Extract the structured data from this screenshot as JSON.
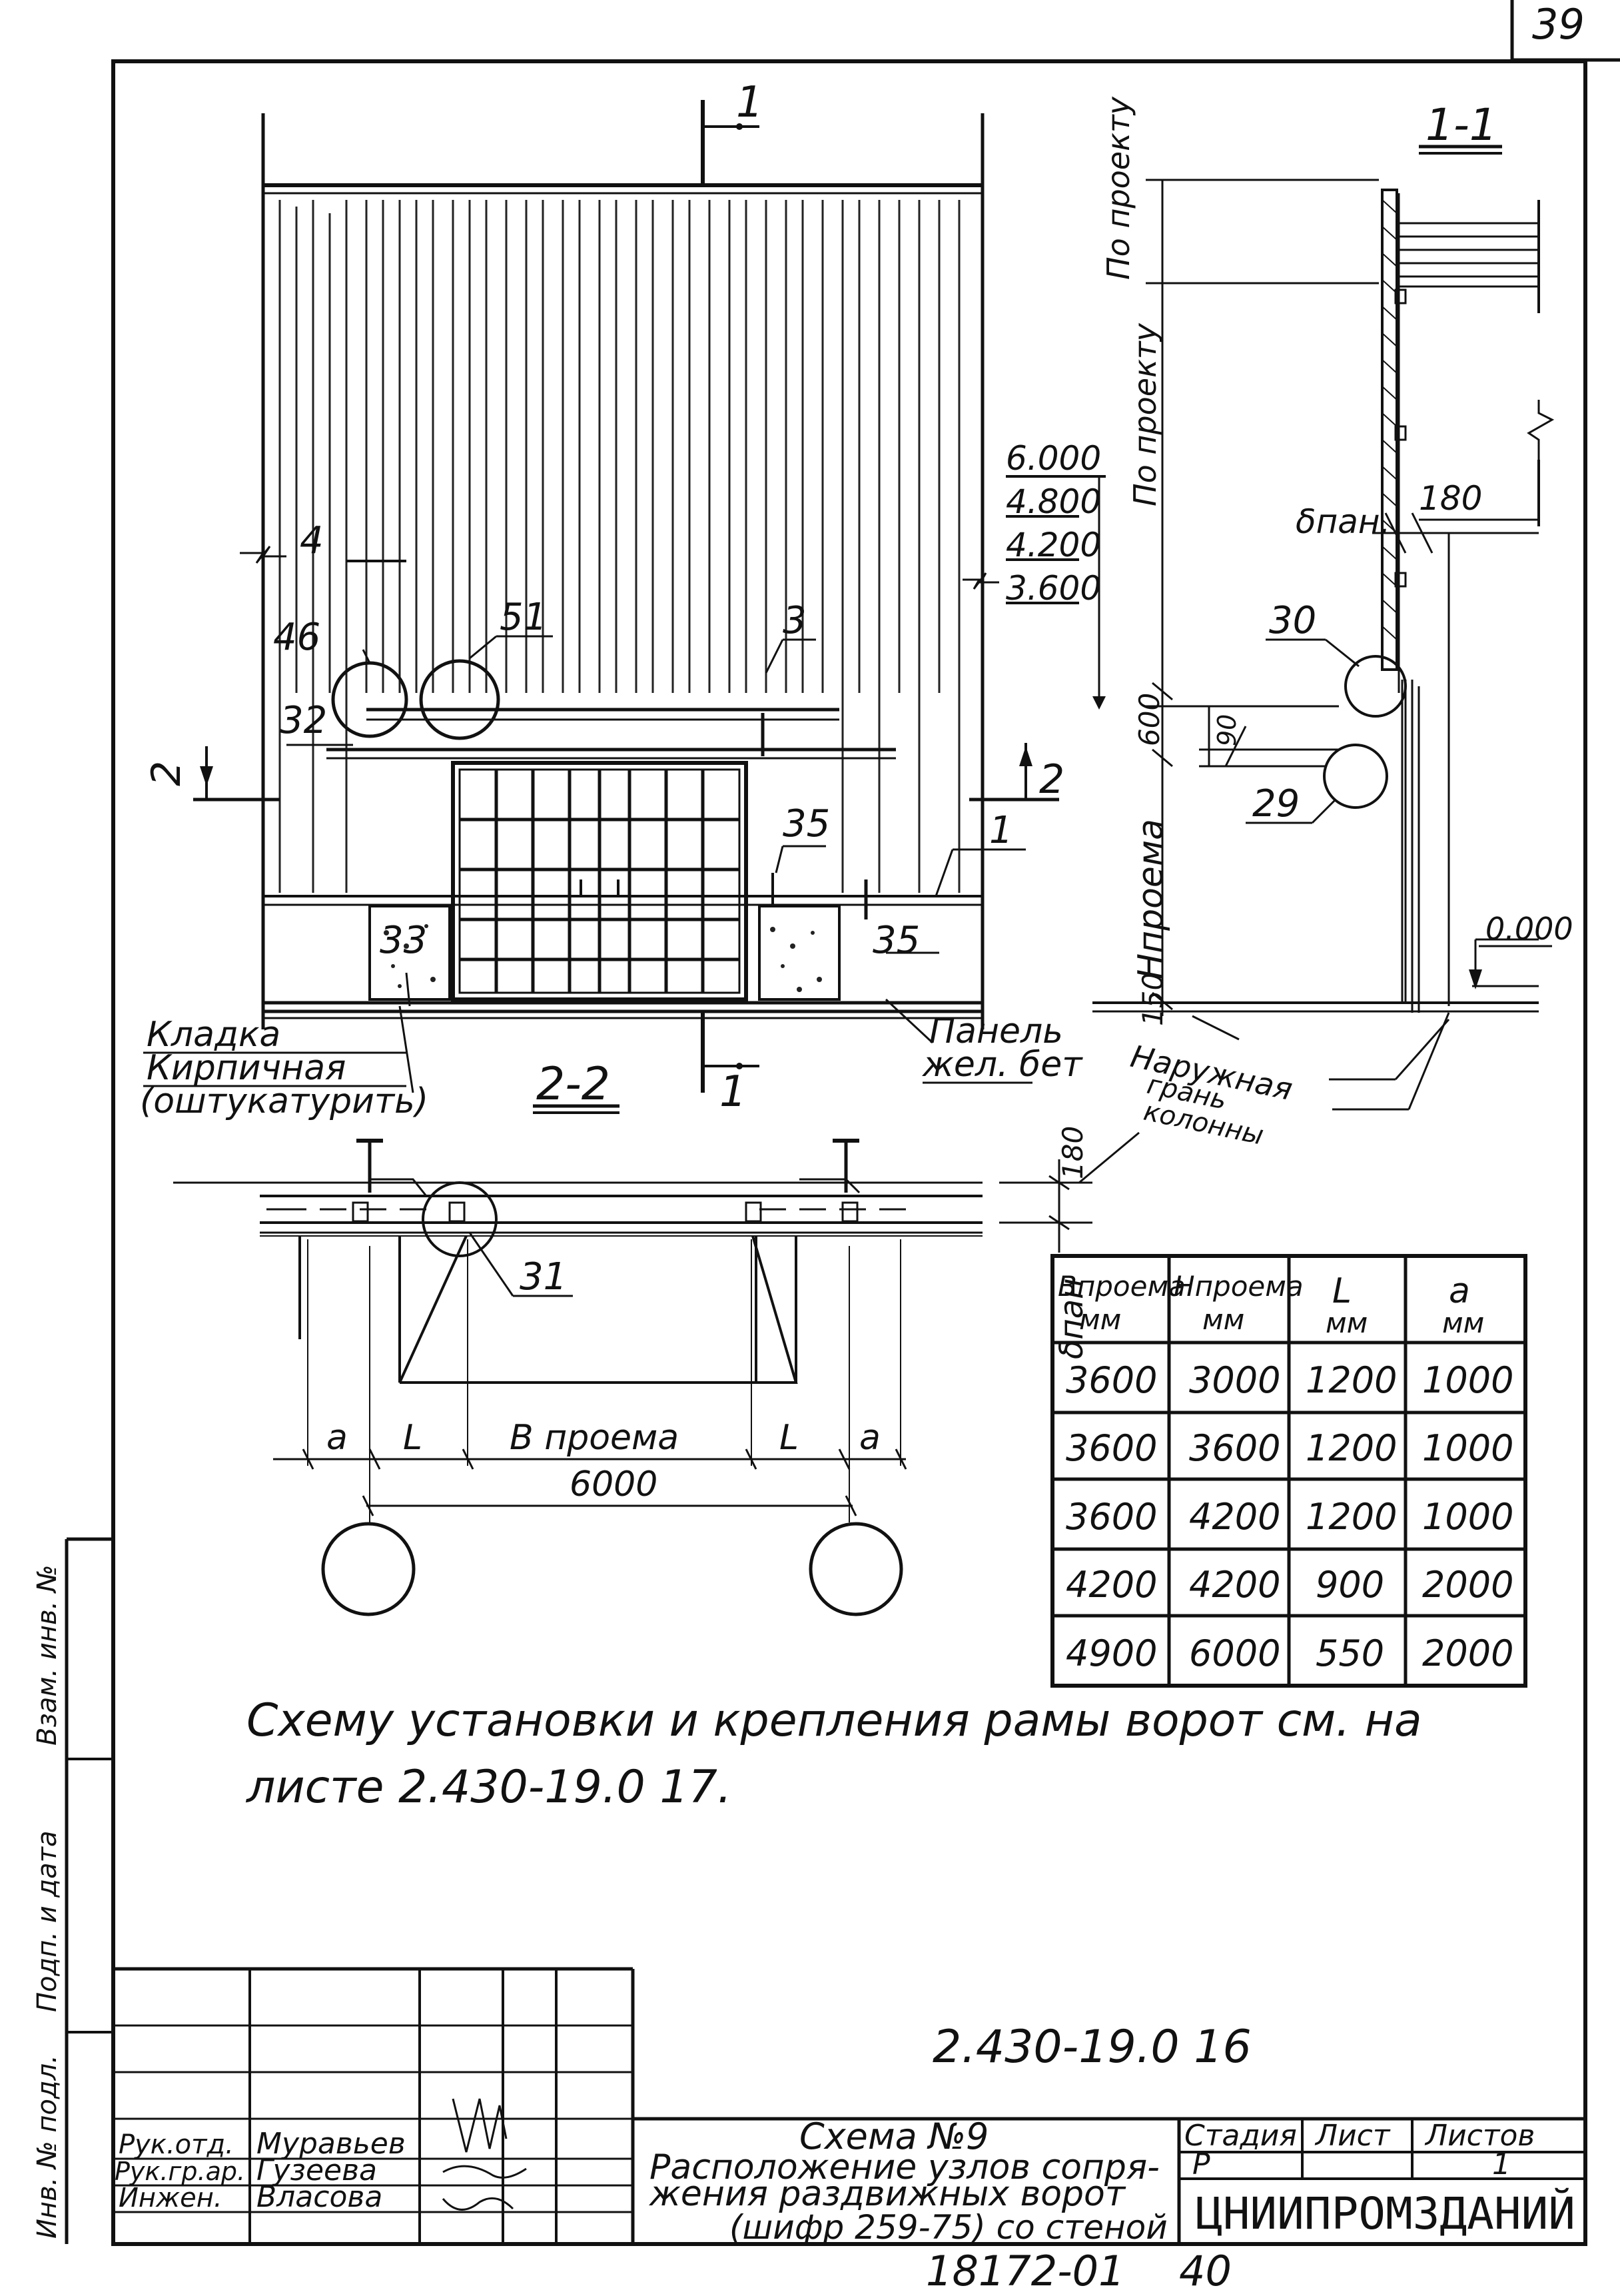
{
  "sheet": {
    "page_number": "39",
    "doc_code": "2.430-19.0 16",
    "archive_code": "18172-01",
    "archive_page": "40"
  },
  "elevation": {
    "section_title": "2-2",
    "cut_mark": "1",
    "cut_mark_bottom": "1",
    "side_mark_left": "2",
    "side_mark_right": "2",
    "callouts": [
      "46",
      "51",
      "3",
      "32",
      "4",
      "35",
      "35",
      "33",
      "1"
    ],
    "label_brick": [
      "Кладка",
      "Кирпичная",
      "(оштукатурить)"
    ],
    "label_panel": [
      "Панель",
      "жел. бет"
    ]
  },
  "section_1_1": {
    "title": "1-1",
    "by_project_1": "По проекту",
    "by_project_2": "По проекту",
    "levels": [
      "6.000",
      "4.800",
      "4.200",
      "3.600"
    ],
    "level_zero": "0.000",
    "dim_600": "600",
    "dim_90": "90",
    "dim_150": "150",
    "dim_180": "180",
    "b_pan": "δпан.",
    "h_opening": "Нпроема",
    "callout_30": "30",
    "callout_29": "29",
    "outer_column": [
      "Наружная",
      "грань",
      "колонны"
    ]
  },
  "plan": {
    "callout_31": "31",
    "dim_180": "180",
    "b_pan": "δпан",
    "dim_labels": [
      "a",
      "L",
      "В проема",
      "L",
      "a"
    ],
    "dim_6000": "6000"
  },
  "table": {
    "headers": [
      [
        "Впроема",
        "мм"
      ],
      [
        "Нпроема",
        "мм"
      ],
      [
        "L",
        "мм"
      ],
      [
        "a",
        "мм"
      ]
    ],
    "rows": [
      [
        "3600",
        "3000",
        "1200",
        "1000"
      ],
      [
        "3600",
        "3600",
        "1200",
        "1000"
      ],
      [
        "3600",
        "4200",
        "1200",
        "1000"
      ],
      [
        "4200",
        "4200",
        "900",
        "2000"
      ],
      [
        "4900",
        "6000",
        "550",
        "2000"
      ]
    ]
  },
  "note": {
    "line1": "Схему установки и крепления рамы ворот см. на",
    "line2": "листе 2.430-19.0 17."
  },
  "side_strip": {
    "label1": "Взам. инв. №",
    "label2": "Подп. и дата",
    "label3": "Инв. № подл."
  },
  "title_block": {
    "title_lines": [
      "Схема №9",
      "Расположение узлов сопря-",
      "жения раздвижных ворот",
      "(шифр 259-75) со стеной"
    ],
    "stage_header": "Стадия",
    "sheet_header": "Лист",
    "sheets_header": "Листов",
    "stage_value": "Р",
    "sheet_value": "",
    "sheets_value": "1",
    "organization": "ЦНИИПРОМЗДАНИЙ",
    "people": [
      {
        "role": "Рук.отд.",
        "name": "Муравьев"
      },
      {
        "role": "Рук.гр.ар.",
        "name": "Гузеева"
      },
      {
        "role": "Инжен.",
        "name": "Власова"
      }
    ]
  }
}
